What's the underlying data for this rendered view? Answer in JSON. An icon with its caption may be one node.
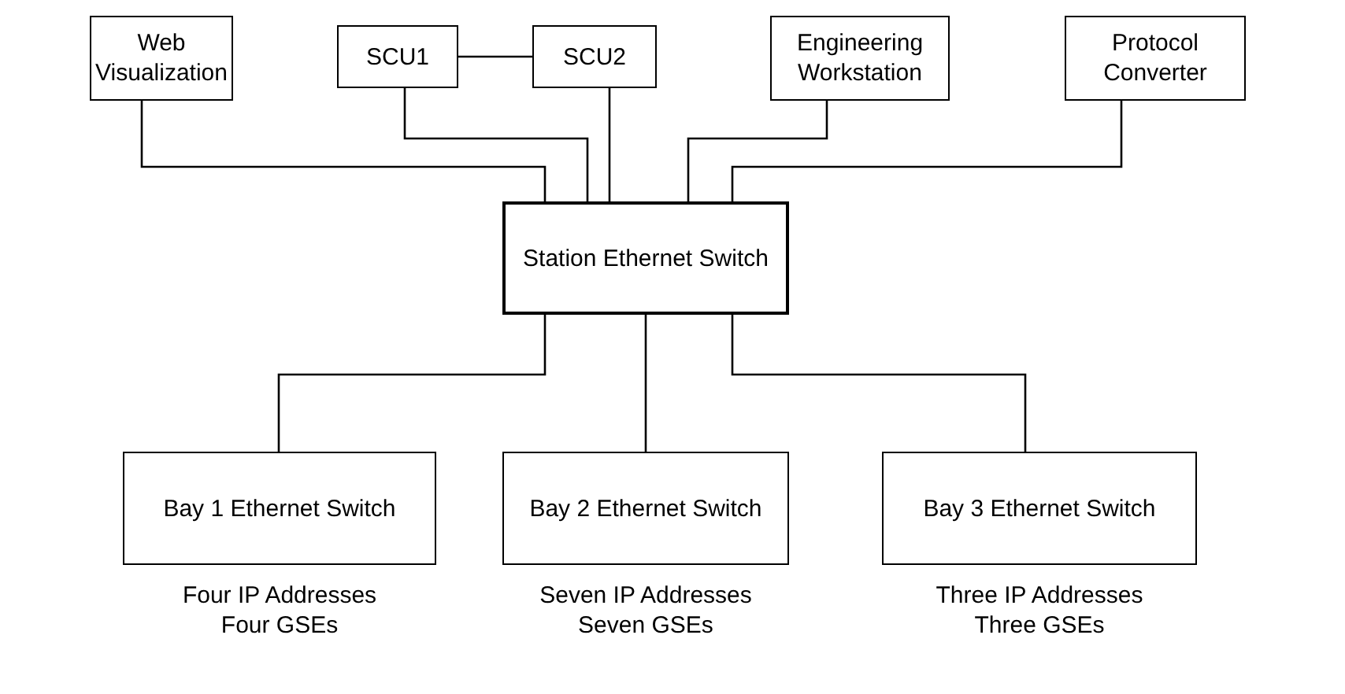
{
  "diagram": {
    "nodes": [
      {
        "text": [
          "Web Visualization"
        ]
      },
      {
        "text": [
          "SCU1"
        ]
      },
      {
        "text": [
          "SCU2"
        ]
      },
      {
        "text": [
          "Engineering Workstation"
        ]
      },
      {
        "text": [
          "Protocol Converter"
        ]
      },
      {
        "text": [
          "Station Ethernet Switch"
        ]
      },
      {
        "text": [
          "Bay 1 Ethernet Switch"
        ],
        "beside": [
          "Four IP Addresses",
          "Four GSEs"
        ]
      },
      {
        "text": [
          "Bay 2 Ethernet Switch"
        ],
        "beside": [
          "Seven IP Addresses",
          "Seven GSEs"
        ]
      },
      {
        "text": [
          "Bay 3 Ethernet Switch"
        ],
        "beside": [
          "Three IP Addresses",
          "Three GSEs"
        ]
      }
    ],
    "edges": [
      {
        "from": 1,
        "to": 2,
        "arrow": "none"
      },
      {
        "from": 0,
        "to": 5,
        "arrow": "none"
      },
      {
        "from": 1,
        "to": 5,
        "arrow": "none"
      },
      {
        "from": 2,
        "to": 5,
        "arrow": "none"
      },
      {
        "from": 3,
        "to": 5,
        "arrow": "none"
      },
      {
        "from": 4,
        "to": 5,
        "arrow": "none"
      },
      {
        "from": 5,
        "to": 6,
        "arrow": "none"
      },
      {
        "from": 5,
        "to": 7,
        "arrow": "none"
      },
      {
        "from": 5,
        "to": 8,
        "arrow": "none"
      }
    ]
  }
}
